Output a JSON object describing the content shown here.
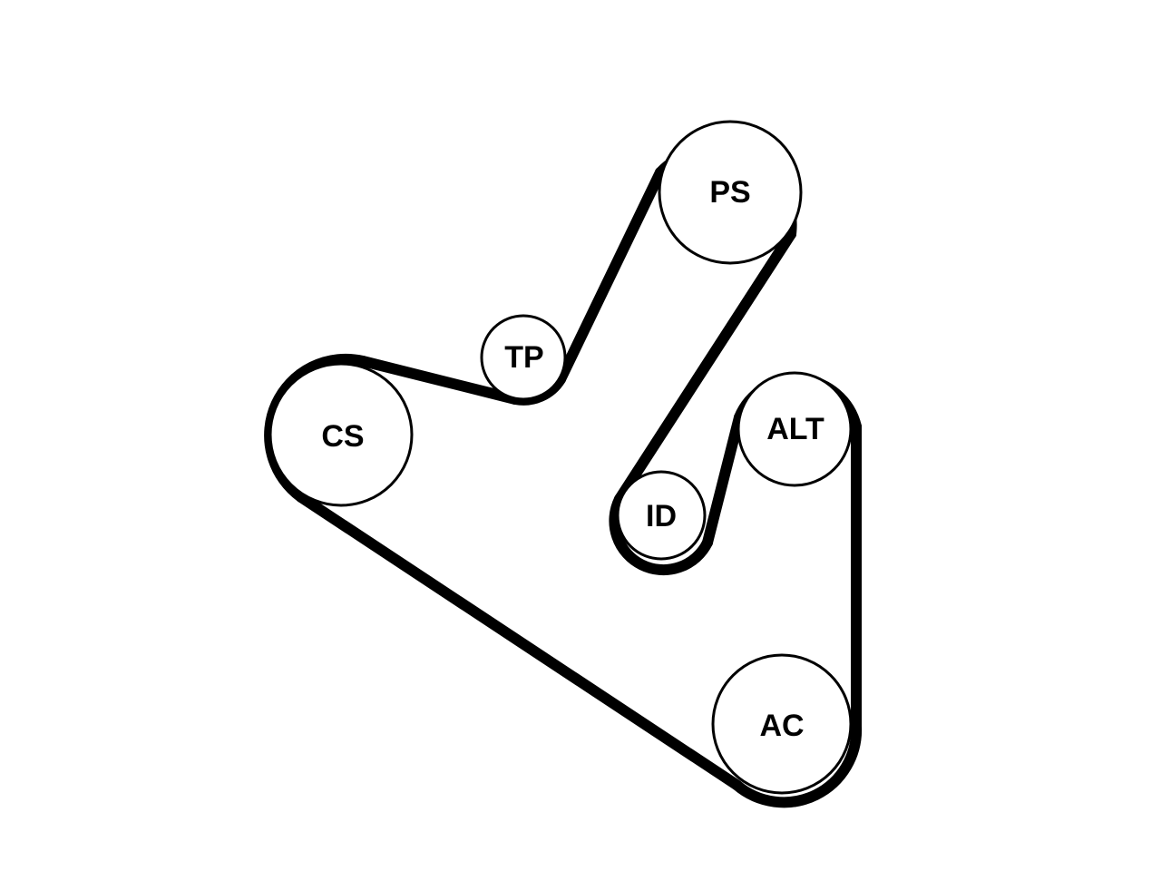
{
  "diagram": {
    "colors": {
      "belt": "#000000",
      "pulley_stroke": "#000000",
      "pulley_fill": "#ffffff",
      "background": "#ffffff"
    },
    "pulleys": [
      {
        "id": "ps",
        "label": "PS"
      },
      {
        "id": "tp",
        "label": "TP"
      },
      {
        "id": "cs",
        "label": "CS"
      },
      {
        "id": "id",
        "label": "ID"
      },
      {
        "id": "alt",
        "label": "ALT"
      },
      {
        "id": "ac",
        "label": "AC"
      }
    ]
  }
}
